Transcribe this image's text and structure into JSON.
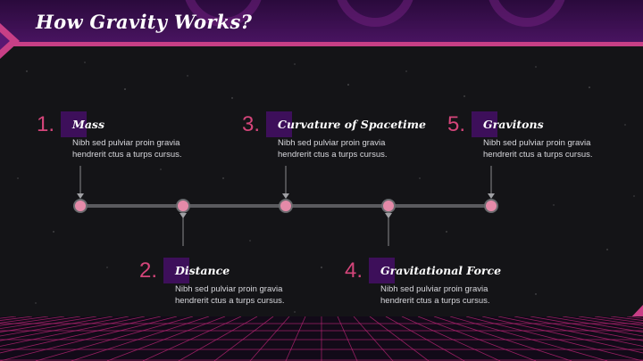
{
  "title": "How Gravity Works?",
  "steps": [
    {
      "number": "1.",
      "heading": "Mass",
      "text": "Nibh sed pulviar proin gravia hendrerit ctus a turps cursus."
    },
    {
      "number": "2.",
      "heading": "Distance",
      "text": "Nibh sed pulviar proin gravia hendrerit ctus a turps cursus."
    },
    {
      "number": "3.",
      "heading": "Curvature of Spacetime",
      "text": "Nibh sed pulviar proin gravia hendrerit ctus a turps cursus."
    },
    {
      "number": "4.",
      "heading": "Gravitational Force",
      "text": "Nibh sed pulviar proin gravia hendrerit ctus a turps cursus."
    },
    {
      "number": "5.",
      "heading": "Gravitons",
      "text": "Nibh sed pulviar proin gravia hendrerit ctus a turps cursus."
    }
  ],
  "colors": {
    "accent": "#d4457a",
    "tag": "#3d0f5a",
    "node": "#e48aa8",
    "line": "#5a5a5e",
    "banner": "#3a0d52",
    "grid": "#c2267a"
  }
}
